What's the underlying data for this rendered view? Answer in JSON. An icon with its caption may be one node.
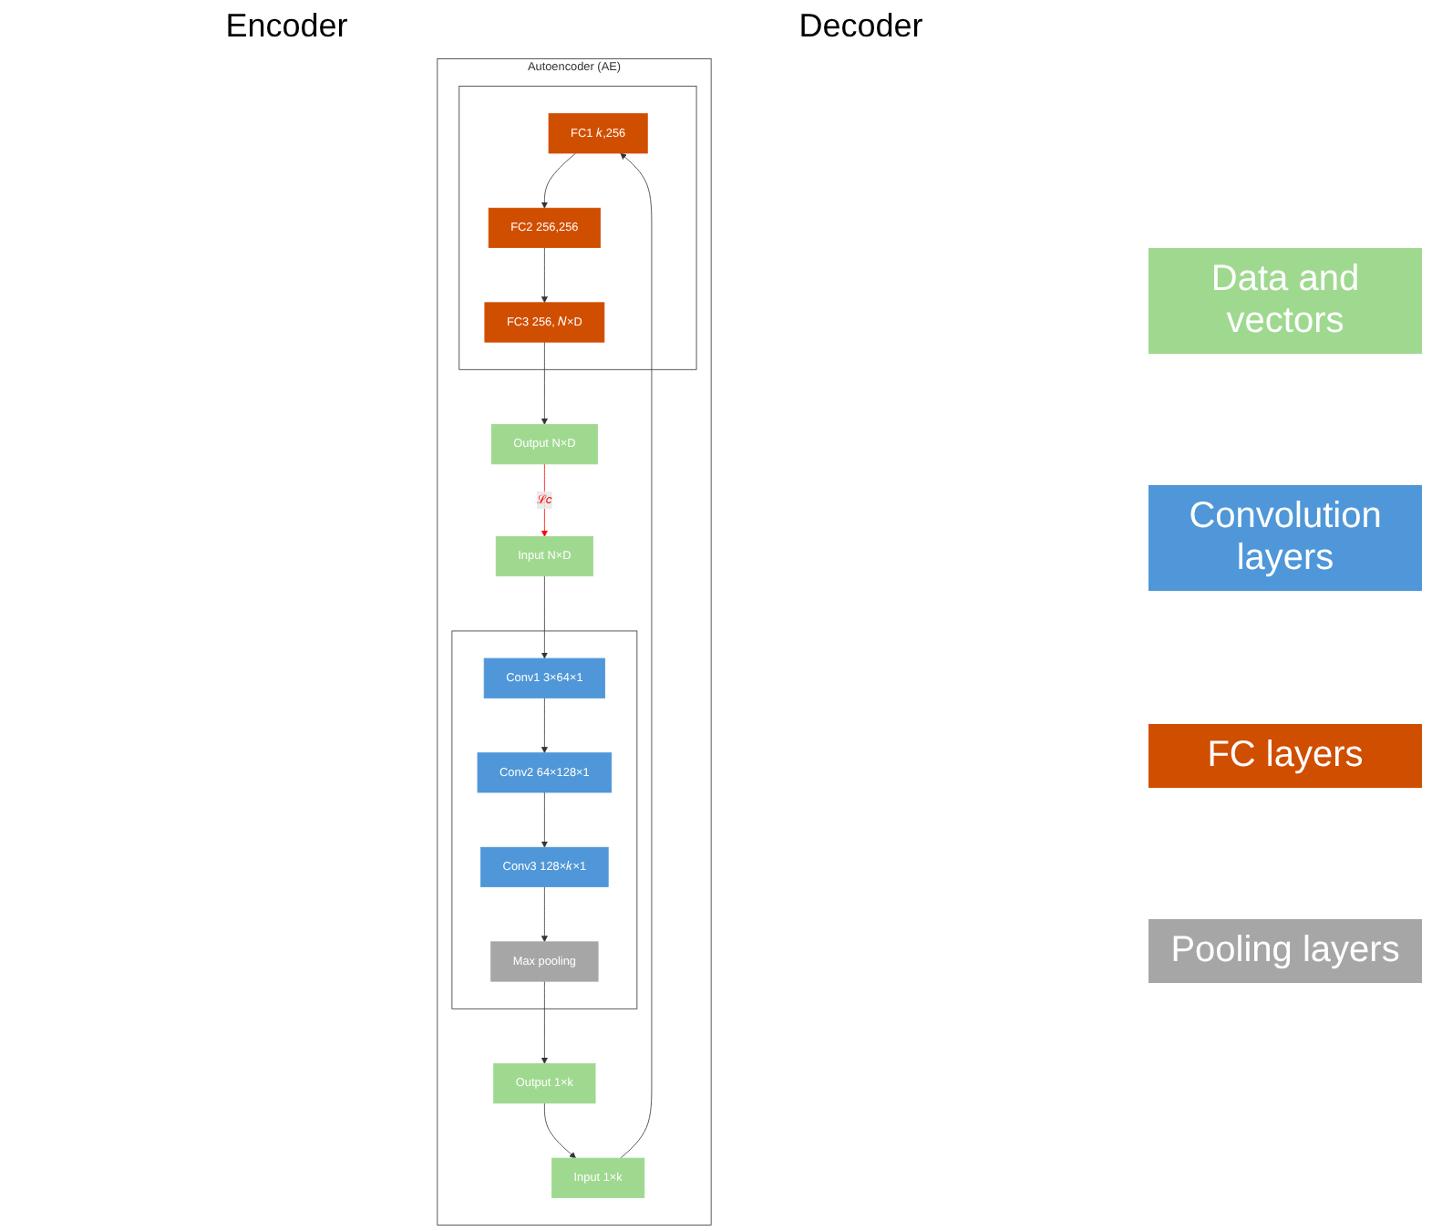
{
  "diagram": {
    "nodes": [
      {
        "text": [
          "Autoencoder (AE)"
        ]
      },
      {
        "text": [
          "Input N×D"
        ],
        "in": 0
      },
      {
        "text": [],
        "shape": "box",
        "in": 0
      },
      {
        "text": [
          "Conv1 3×64×1"
        ],
        "in": 2
      },
      {
        "text": [
          "Conv2 64×128×1"
        ],
        "in": 2
      },
      {
        "text": [
          "Conv3 128×𝑘×1"
        ],
        "in": 2
      },
      {
        "text": [
          "Max pooling"
        ],
        "in": 2
      },
      {
        "text": [
          "Output 1×k"
        ],
        "in": 0
      },
      {
        "text": [
          "Input 1×k"
        ],
        "in": 0
      },
      {
        "text": [],
        "shape": "box",
        "in": 0
      },
      {
        "text": [
          "FC1 𝑘,256"
        ],
        "in": 9
      },
      {
        "text": [
          "FC2 256,256"
        ],
        "in": 9
      },
      {
        "text": [
          "FC3 256, 𝑁×D"
        ],
        "in": 9
      },
      {
        "text": [
          "Output N×D"
        ],
        "in": 0
      }
    ],
    "edges": [
      {
        "from": 1,
        "to": 3,
        "arrow": "to"
      },
      {
        "from": 3,
        "to": 4,
        "arrow": "to"
      },
      {
        "from": 4,
        "to": 5,
        "arrow": "to"
      },
      {
        "from": 5,
        "to": 6,
        "arrow": "to"
      },
      {
        "from": 6,
        "to": 7,
        "arrow": "to"
      },
      {
        "from": 8,
        "to": 10,
        "arrow": "to"
      },
      {
        "from": 10,
        "to": 11,
        "arrow": "to"
      },
      {
        "from": 11,
        "to": 12,
        "arrow": "to"
      },
      {
        "from": 12,
        "to": 13,
        "arrow": "to"
      },
      {
        "from": 13,
        "to": 1,
        "arrow": "to",
        "label": "ℒ𝑐",
        "color": "#ff0000"
      },
      {
        "from": 7,
        "to": 8,
        "arrow": "to"
      }
    ],
    "labels": [
      "Encoder",
      "Decoder"
    ],
    "legend": [
      {
        "text": "Data and vectors",
        "color": "#9fd98f"
      },
      {
        "text": "Convolution layers",
        "color": "#4f97d8"
      },
      {
        "text": "FC layers",
        "color": "#d04e00"
      },
      {
        "text": "Pooling layers",
        "color": "#a6a6a6"
      }
    ]
  }
}
